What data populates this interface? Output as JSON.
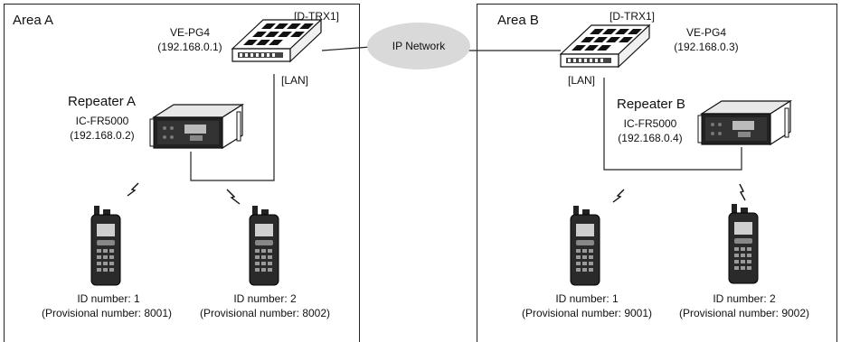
{
  "network": {
    "label": "IP Network"
  },
  "area_a": {
    "title": "Area A",
    "gateway": {
      "tag": "[D-TRX1]",
      "model": "VE-PG4",
      "ip": "(192.168.0.1)",
      "lan": "[LAN]"
    },
    "repeater": {
      "title": "Repeater A",
      "model": "IC-FR5000",
      "ip": "(192.168.0.2)"
    },
    "radios": [
      {
        "id": "ID number: 1",
        "provisional": "(Provisional number: 8001)"
      },
      {
        "id": "ID number: 2",
        "provisional": "(Provisional number: 8002)"
      }
    ]
  },
  "area_b": {
    "title": "Area B",
    "gateway": {
      "tag": "[D-TRX1]",
      "model": "VE-PG4",
      "ip": "(192.168.0.3)",
      "lan": "[LAN]"
    },
    "repeater": {
      "title": "Repeater B",
      "model": "IC-FR5000",
      "ip": "(192.168.0.4)"
    },
    "radios": [
      {
        "id": "ID number: 1",
        "provisional": "(Provisional number: 9001)"
      },
      {
        "id": "ID number: 2",
        "provisional": "(Provisional number: 9002)"
      }
    ]
  }
}
